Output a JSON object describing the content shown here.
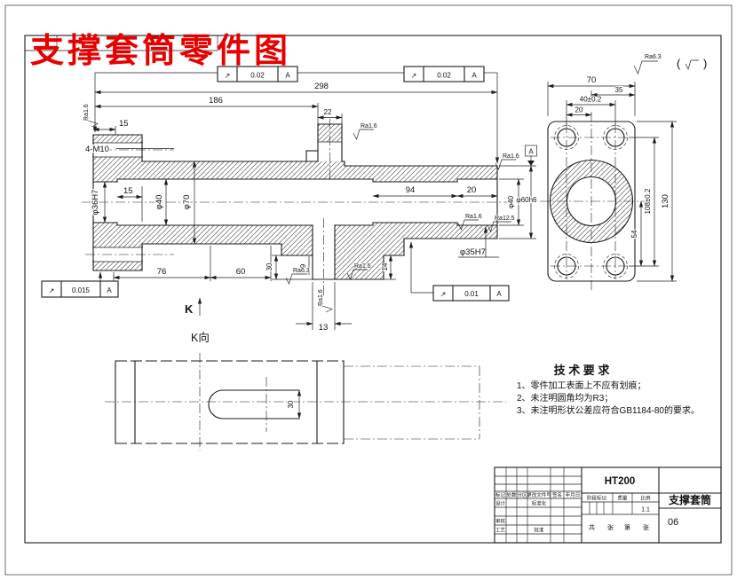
{
  "page": {
    "bg": "#ffffff",
    "line_color": "#1c1c1c",
    "accent_red": "#e60000"
  },
  "title": {
    "text": "支撑套筒零件图"
  },
  "general_roughness": {
    "ra": "Ra6.3",
    "paren_open": "(",
    "paren_close": ")"
  },
  "gdt": {
    "frame1": {
      "symbol": "↗",
      "value": "0.02",
      "datum": "A"
    },
    "frame2": {
      "symbol": "↗",
      "value": "0.02",
      "datum": "A"
    },
    "frame3": {
      "symbol": "↗",
      "value": "0.015",
      "datum": "A"
    },
    "frame4": {
      "symbol": "↗",
      "value": "0.01",
      "datum": "A"
    },
    "datum_label": "A"
  },
  "main_view": {
    "dims": {
      "d298": "298",
      "d186": "186",
      "d22": "22",
      "d15_top": "15",
      "thread": "4-M10",
      "d36": "φ36H7",
      "d15_depth": "15",
      "d40": "φ40",
      "d70": "φ70",
      "d94": "94",
      "d20": "20",
      "d40r": "φ40",
      "d60h6": "φ60h6",
      "d35": "φ35H7",
      "d76": "76",
      "d60": "60",
      "d30": "30",
      "d9": "9",
      "d14": "14",
      "d13": "13"
    },
    "roughness": {
      "left": "Ra1.6",
      "collar": "Ra1.6",
      "od60": "Ra1.6",
      "bore_right": "Ra1.6",
      "face_right": "Ra12.5",
      "pad_left": "Ra6.3",
      "pad_bottom": "Ra1.6",
      "slot": "Ra1.6"
    }
  },
  "side_view": {
    "dims": {
      "w70": "70",
      "w35": "35",
      "holes_h": "40±0.2",
      "off20": "20",
      "off54": "54",
      "holes_v": "108±0.2",
      "h130": "130"
    }
  },
  "k_view": {
    "arrow_label": "K",
    "view_label": "K向",
    "slot_width": "30"
  },
  "tech_requirements": {
    "title": "技 术 要 求",
    "items": [
      "1、零件加工表面上不应有划痕；",
      "2、未注明圆角均为R3；",
      "3、未注明形状公差应符合GB1184-80的要求。"
    ]
  },
  "title_block": {
    "material": "HT200",
    "part_name": "支撑套筒",
    "drawing_no": "06",
    "scale": "1:1",
    "labels": {
      "mark": "标记",
      "count": "处数",
      "zone": "分区",
      "change_doc": "更改文件号",
      "sign": "签名",
      "date": "年月日",
      "design": "设计",
      "check": "审核",
      "process": "工艺",
      "standardize": "标准化",
      "approve": "批准",
      "stage": "阶段标记",
      "weight": "质量",
      "scale_label": "比例",
      "total": "共",
      "sheet": "张",
      "page": "第",
      "sheet2": "张"
    }
  }
}
